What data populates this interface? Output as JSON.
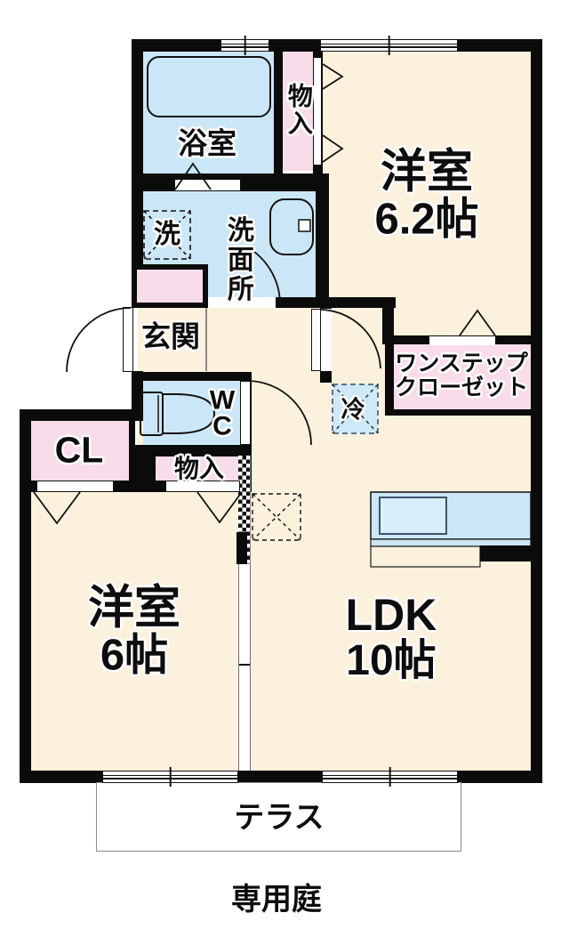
{
  "rooms": {
    "bathroom": {
      "label": "浴室"
    },
    "storage_top": {
      "label": "物入"
    },
    "western62": {
      "name": "洋室",
      "size": "6.2帖"
    },
    "washroom": {
      "label": "洗面所"
    },
    "laundry_space": {
      "label": "洗"
    },
    "entrance": {
      "label": "玄関"
    },
    "wc": {
      "line1": "W",
      "line2": "C"
    },
    "closet_cl": {
      "label": "CL"
    },
    "storage_mid": {
      "label": "物入"
    },
    "one_step_closet": {
      "line1": "ワンステップ",
      "line2": "クローゼット"
    },
    "fridge_space": {
      "label": "冷"
    },
    "western6": {
      "name": "洋室",
      "size": "6帖"
    },
    "ldk": {
      "name": "LDK",
      "size": "10帖"
    }
  },
  "outdoor": {
    "terrace": {
      "label": "テラス"
    },
    "garden": {
      "label": "専用庭"
    }
  },
  "colors": {
    "floor_cream": "#fbf1dc",
    "water_blue": "#cbe7f7",
    "closet_pink": "#f8dcea",
    "kitchen_inner_blue": "#d9eefb",
    "fridge_blue": "#cfe9f8",
    "wall_black": "#0b0b0b"
  },
  "fixtures": {
    "bathtub": "bathtub-icon",
    "toilet": "toilet-icon",
    "washbasin": "washbasin-icon",
    "kitchen_counter": "kitchen-counter-icon",
    "door_arcs": "swing-door-arc-icon",
    "folding_doors": "folding-door-triangle-icon",
    "windows": "sliding-window-icon"
  }
}
